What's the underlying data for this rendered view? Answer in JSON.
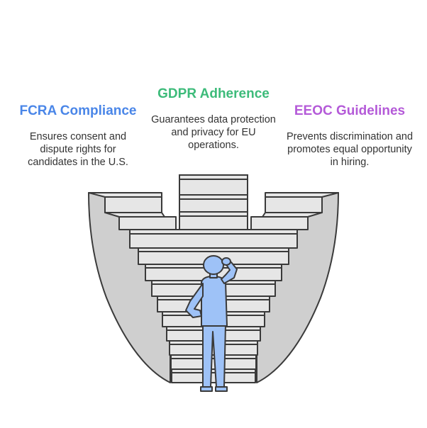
{
  "colors": {
    "fcra": "#4a86e8",
    "gdpr": "#3dbb7a",
    "eeoc": "#b45ad8",
    "stair_fill": "#e6e6e6",
    "stair_side": "#cfcfcf",
    "outline": "#3a3a3a",
    "person": "#9ec2f7"
  },
  "items": [
    {
      "title": "FCRA Compliance",
      "description": "Ensures consent and dispute rights for candidates in the U.S.",
      "icon": "left-staircase"
    },
    {
      "title": "GDPR Adherence",
      "description": "Guarantees data protection and privacy for EU operations.",
      "icon": "center-stack"
    },
    {
      "title": "EEOC Guidelines",
      "description": "Prevents discrimination and promotes equal opportunity in hiring.",
      "icon": "right-staircase"
    }
  ],
  "illustration": {
    "icon": "confused-person-at-staircase-junction"
  }
}
